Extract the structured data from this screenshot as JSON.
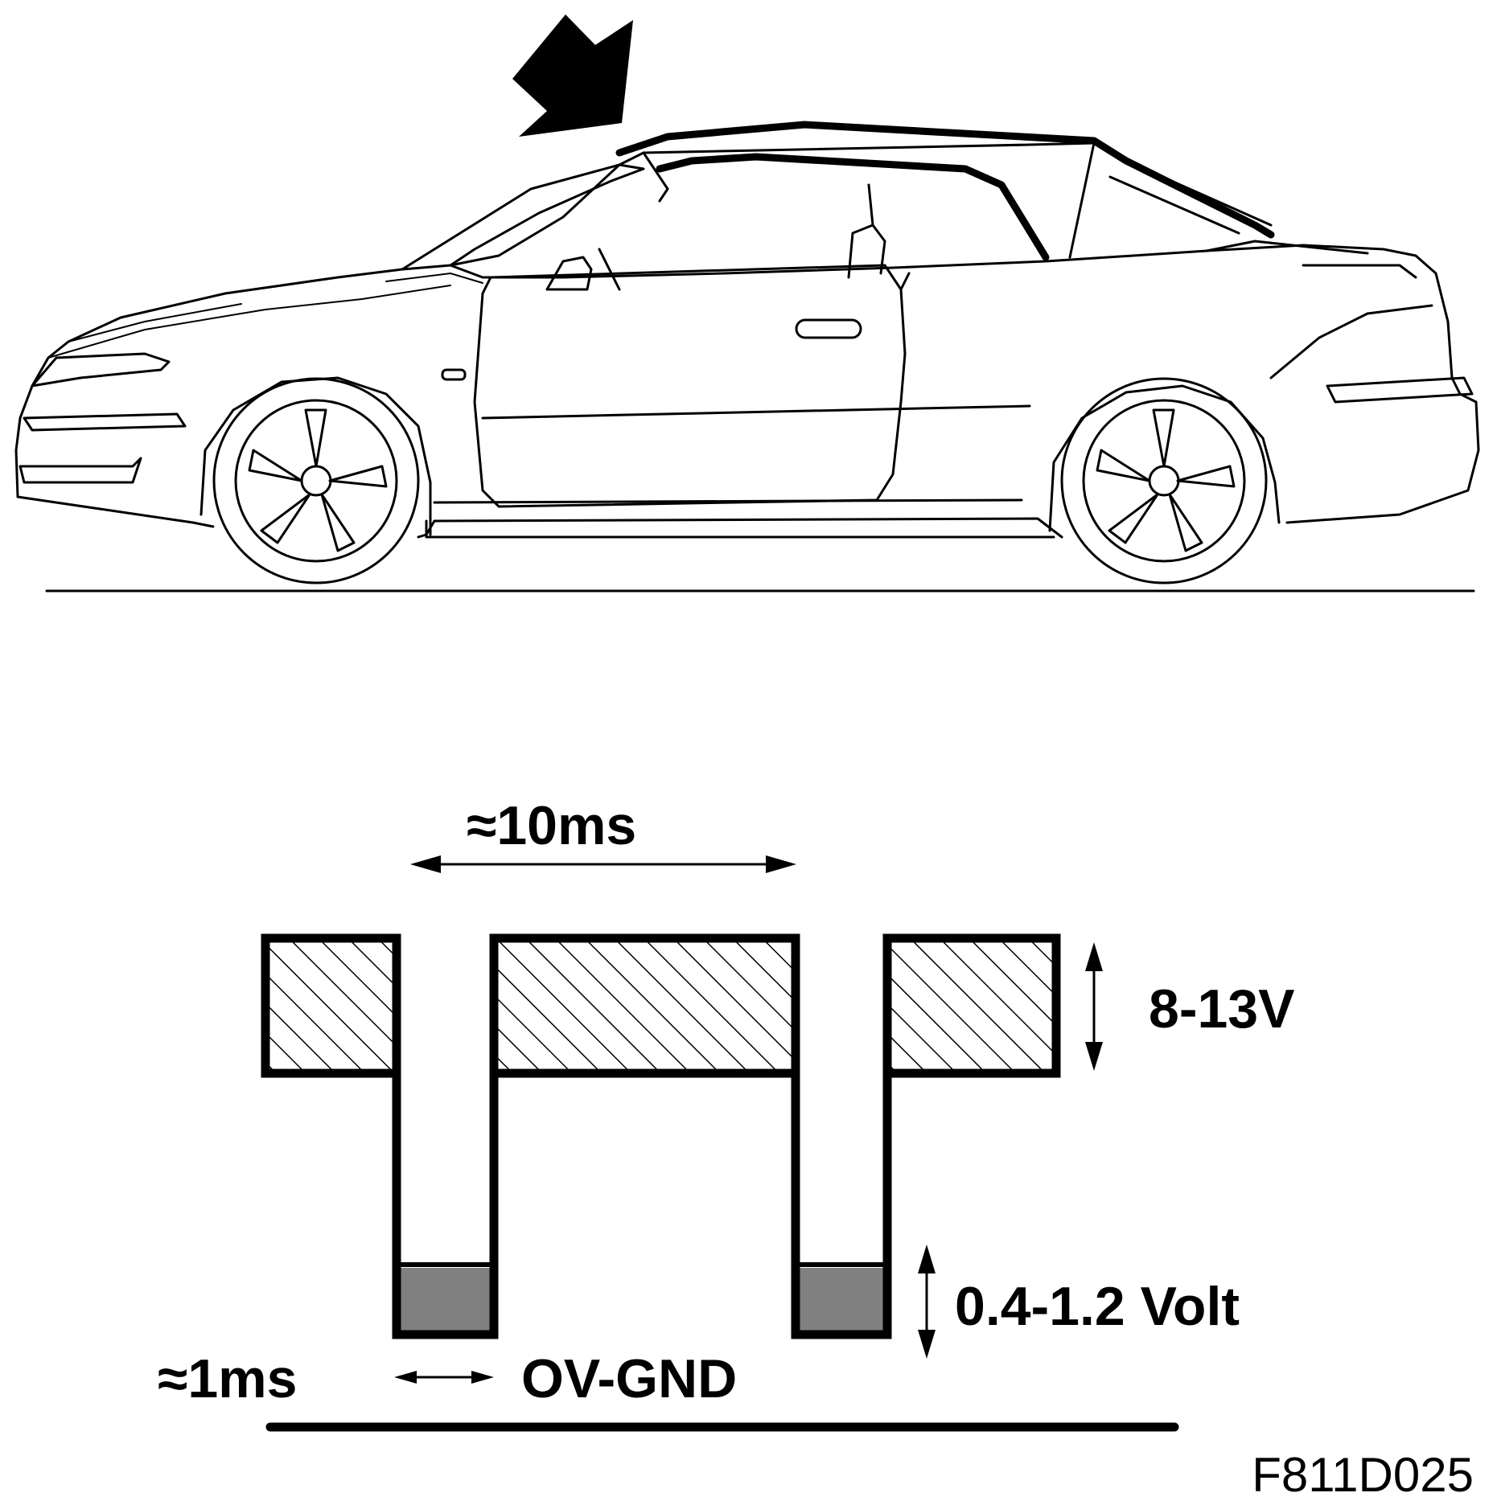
{
  "figure": {
    "code": "F811D025"
  },
  "illustration": {
    "subject_icon": "convertible-car-icon",
    "pointer_icon": "arrow-pointer-icon"
  },
  "signal": {
    "period_label": "≈10ms",
    "high_label": "8-13V",
    "low_label": "0.4-1.2 Volt",
    "pulse_width_label": "≈1ms",
    "ground_label": "OV-GND"
  },
  "colors": {
    "ink": "#000000",
    "low_fill": "#808080",
    "background": "#ffffff"
  }
}
